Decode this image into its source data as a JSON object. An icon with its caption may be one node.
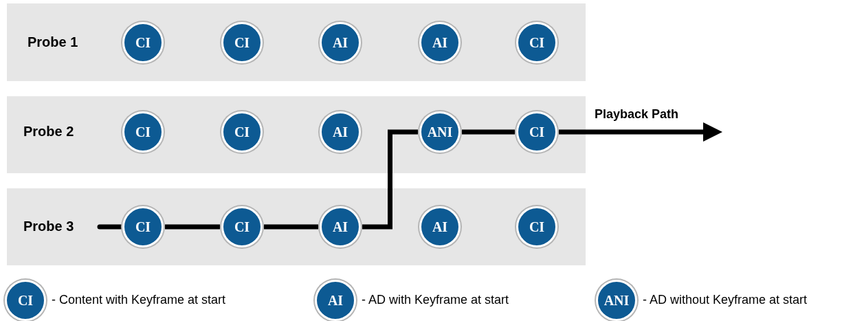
{
  "diagram": {
    "nodes": [
      {
        "text": [
          "Probe 1"
        ]
      },
      {
        "text": [
          "CI"
        ],
        "in": 0
      },
      {
        "text": [
          "CI"
        ],
        "in": 0
      },
      {
        "text": [
          "AI"
        ],
        "in": 0
      },
      {
        "text": [
          "AI"
        ],
        "in": 0
      },
      {
        "text": [
          "CI"
        ],
        "in": 0
      },
      {
        "text": [
          "Probe 2"
        ]
      },
      {
        "text": [
          "CI"
        ],
        "in": 6
      },
      {
        "text": [
          "CI"
        ],
        "in": 6
      },
      {
        "text": [
          "AI"
        ],
        "in": 6
      },
      {
        "text": [
          "ANI"
        ],
        "in": 6
      },
      {
        "text": [
          "CI"
        ],
        "in": 6
      },
      {
        "text": [
          "Probe 3"
        ]
      },
      {
        "text": [
          "CI"
        ],
        "in": 12
      },
      {
        "text": [
          "CI"
        ],
        "in": 12
      },
      {
        "text": [
          "AI"
        ],
        "in": 12
      },
      {
        "text": [
          "AI"
        ],
        "in": 12
      },
      {
        "text": [
          "CI"
        ],
        "in": 12
      },
      {
        "text": [
          "CI"
        ],
        "beside": [
          "- Content with Keyframe at start"
        ]
      },
      {
        "text": [
          "AI"
        ],
        "beside": [
          "- AD with Keyframe at start"
        ]
      },
      {
        "text": [
          "ANI"
        ],
        "beside": [
          "- AD without Keyframe at start"
        ]
      }
    ],
    "edges": [
      {
        "from": null,
        "to": 13,
        "arrow": "none"
      },
      {
        "from": 13,
        "to": 14,
        "arrow": "none"
      },
      {
        "from": 14,
        "to": 15,
        "arrow": "none"
      },
      {
        "from": 15,
        "to": 10,
        "arrow": "none"
      },
      {
        "from": 10,
        "to": 11,
        "arrow": "none"
      },
      {
        "from": 11,
        "to": null,
        "arrow": "to",
        "label": "Playback Path"
      }
    ]
  }
}
